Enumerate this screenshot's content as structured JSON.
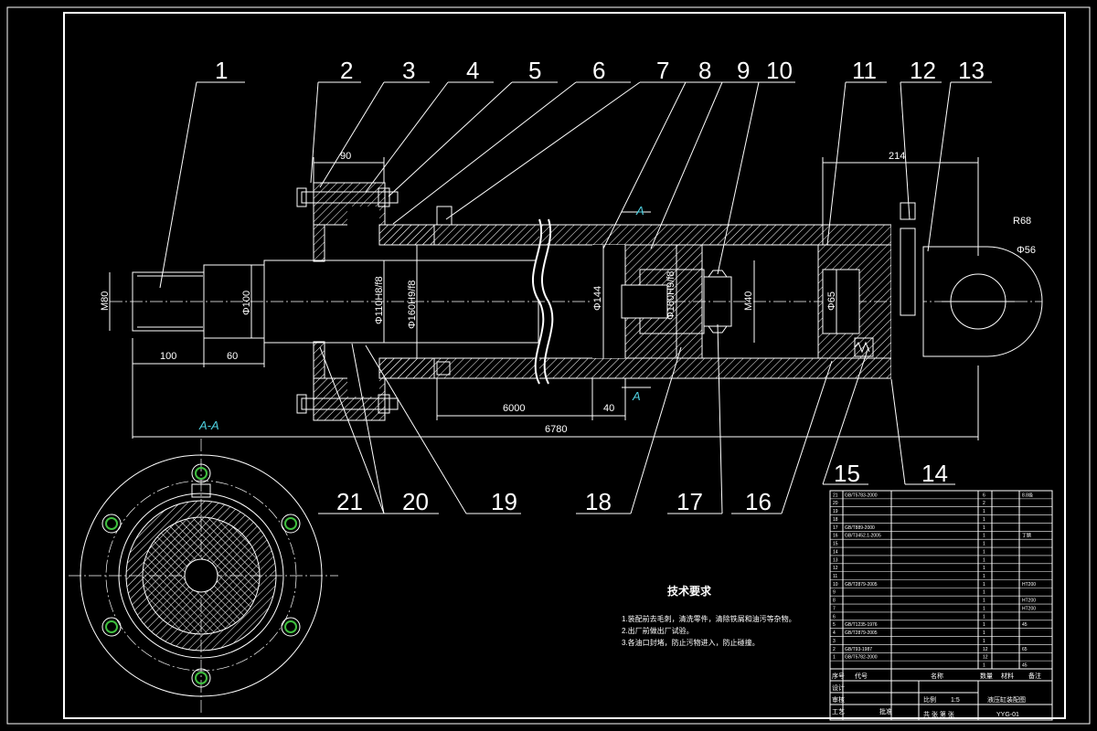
{
  "part_numbers": {
    "top": [
      "1",
      "2",
      "3",
      "4",
      "5",
      "6",
      "7",
      "8",
      "9",
      "10",
      "11",
      "12",
      "13"
    ],
    "bottom": [
      "21",
      "20",
      "19",
      "18",
      "17",
      "16",
      "15",
      "14"
    ]
  },
  "dimensions": {
    "d90": "90",
    "d214": "214",
    "r68": "R68",
    "phi56": "Φ56",
    "d100": "100",
    "d60": "60",
    "d6000": "6000",
    "d40": "40",
    "d6780": "6780",
    "m80": "M80",
    "phi100": "Φ100",
    "phi110": "Φ110H8/f8",
    "phi160": "Φ160H9/f8",
    "phi144": "Φ144",
    "phi160b": "Φ160H9/f8",
    "m40": "M40",
    "phi65": "Φ65",
    "section_a": "A",
    "section_a2": "A"
  },
  "section_label": "A-A",
  "tech_req": {
    "title": "技术要求",
    "items": [
      "1.装配前去毛刺，清洗零件，清除铁屑和油污等杂物。",
      "2.出厂前做出厂试验。",
      "3.各油口封堵，防止污物进入，防止碰撞。"
    ]
  },
  "bom": {
    "rows": [
      {
        "no": "21",
        "code": "GB/T5783-2000",
        "qty": "6",
        "note": "8.8级"
      },
      {
        "no": "20",
        "code": "",
        "qty": "2",
        "note": ""
      },
      {
        "no": "19",
        "code": "",
        "qty": "1",
        "note": ""
      },
      {
        "no": "18",
        "code": "",
        "qty": "1",
        "note": ""
      },
      {
        "no": "17",
        "code": "GB/T889-2000",
        "qty": "1",
        "note": ""
      },
      {
        "no": "16",
        "code": "GB/T3452.1-2005",
        "qty": "1",
        "note": "丁腈"
      },
      {
        "no": "15",
        "code": "",
        "qty": "1",
        "note": ""
      },
      {
        "no": "14",
        "code": "",
        "qty": "1",
        "note": ""
      },
      {
        "no": "13",
        "code": "",
        "qty": "1",
        "note": ""
      },
      {
        "no": "12",
        "code": "",
        "qty": "1",
        "note": ""
      },
      {
        "no": "11",
        "code": "",
        "qty": "1",
        "note": ""
      },
      {
        "no": "10",
        "code": "GB/T2879-2005",
        "qty": "1",
        "note": "HT200"
      },
      {
        "no": "9",
        "code": "",
        "qty": "1",
        "note": ""
      },
      {
        "no": "8",
        "code": "",
        "qty": "1",
        "note": "HT200"
      },
      {
        "no": "7",
        "code": "",
        "qty": "1",
        "note": "HT200"
      },
      {
        "no": "6",
        "code": "",
        "qty": "1",
        "note": ""
      },
      {
        "no": "5",
        "code": "GB/T1235-1976",
        "qty": "1",
        "note": "45"
      },
      {
        "no": "4",
        "code": "GB/T2879-2005",
        "qty": "1",
        "note": ""
      },
      {
        "no": "3",
        "code": "",
        "qty": "1",
        "note": ""
      },
      {
        "no": "2",
        "code": "GB/T93-1987",
        "qty": "12",
        "note": "65"
      },
      {
        "no": "1",
        "code": "GB/T5782-2000",
        "qty": "12",
        "note": ""
      },
      {
        "no": "",
        "code": "",
        "qty": "1",
        "note": "45"
      }
    ],
    "header": {
      "no": "序号",
      "code": "代号",
      "name": "名称",
      "qty": "数量",
      "material": "材料",
      "note": "备注"
    },
    "title_block": {
      "design": "设计",
      "check": "审核",
      "process": "工艺",
      "approve": "批准",
      "scale": "比例",
      "scale_val": "1:5",
      "sheet": "共 张 第 张",
      "drawing_name": "液压缸装配图",
      "drawing_no": "YYG-01"
    }
  }
}
